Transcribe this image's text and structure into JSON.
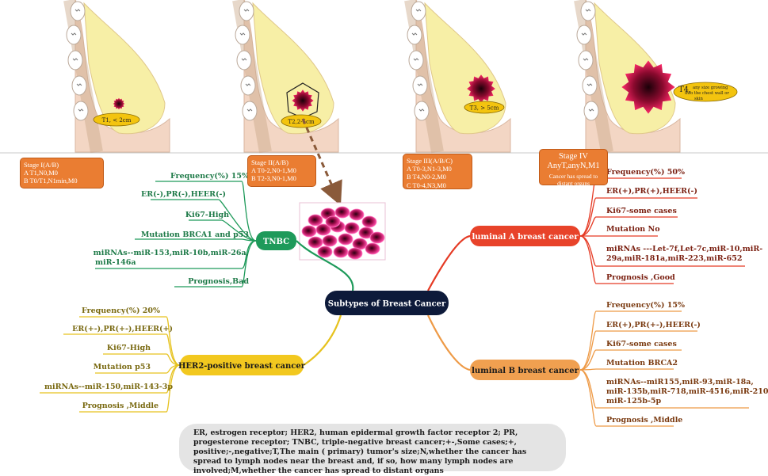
{
  "central": "Subtypes of Breast Cancer",
  "illustrations": [
    {
      "label": "T1, < 2cm"
    },
    {
      "label": "T2,2-5cm"
    },
    {
      "label": "T3, > 5cm"
    },
    {
      "label_main": "T4,",
      "label_rest": "any size growing into the chest wall or skin"
    }
  ],
  "stages": [
    {
      "title": "Stage I(A/B)",
      "lines": [
        "A T1,N0,M0",
        "B T0/T1,N1min,M0"
      ]
    },
    {
      "title": "Stage II(A/B)",
      "lines": [
        "A T0-2,N0-1,M0",
        "B T2-3,N0-1,M0"
      ]
    },
    {
      "title": "Stage III(A/B/C)",
      "lines": [
        "A T0-3,N1-3,M0",
        "B T4,N0-2,M0",
        "C T0-4,N3,M0"
      ]
    },
    {
      "title": "Stage IV",
      "lines": [
        "AnyT,anyN,M1"
      ],
      "note": "Cancer has spread to distant organs"
    }
  ],
  "subtypes": {
    "tnbc": {
      "name": "TNBC",
      "color": "#1e9a5a",
      "items": [
        "Frequency(%) 15%",
        "ER(-),PR(-),HEER(-)",
        "Ki67-High",
        "Mutation BRCA1 and p53",
        "miRNAs--miR-153,miR-10b,miR-26a,",
        "miR-146a",
        "Prognosis,Bad"
      ]
    },
    "her2": {
      "name": "HER2-positive breast cancer",
      "color": "#e6c21e",
      "items": [
        "Frequency(%) 20%",
        "ER(+-),PR(+-),HEER(+)",
        "Ki67-High",
        "Mutation p53",
        "miRNAs--miR-150,miR-143-3p",
        "Prognosis ,Middle"
      ]
    },
    "luminal_a": {
      "name": "luminal A breast cancer",
      "color": "#e53a24",
      "items": [
        "Frequency(%) 50%",
        "ER(+),PR(+),HEER(-)",
        "Ki67-some cases",
        "Mutation No",
        "miRNAs ---Let-7f,Let-7c,miR-10,miR-",
        "29a,miR-181a,miR-223,miR-652",
        "Prognosis ,Good"
      ]
    },
    "luminal_b": {
      "name": "luminal B breast cancer",
      "color": "#ee9a46",
      "items": [
        "Frequency(%) 15%",
        "ER(+),PR(+-),HEER(-)",
        "Ki67-some cases",
        "Mutation BRCA2",
        "miRNAs--miR155,miR-93,miR-18a,",
        "miR-135b,miR-718,miR-4516,miR-210,",
        "miR-125b-5p",
        "Prognosis ,Middle"
      ]
    }
  },
  "legend": "ER, estrogen receptor;  HER2, human epidermal growth factor receptor 2; PR, progesterone receptor; TNBC, triple-negative breast cancer;+-,Some cases;+, positive;-,negative;T,The main ( primary) tumor's size;N,whether the cancer has spread to lymph nodes near the breast and, if so, how many lymph nodes are involved;M,whether the cancer has spread to distant organs",
  "colors": {
    "skin": "#f3d6c4",
    "gland": "#f7efa6",
    "tumor": "#c0104a",
    "stage_box": "#ea7d32",
    "center_node": "#0d1a3a"
  }
}
